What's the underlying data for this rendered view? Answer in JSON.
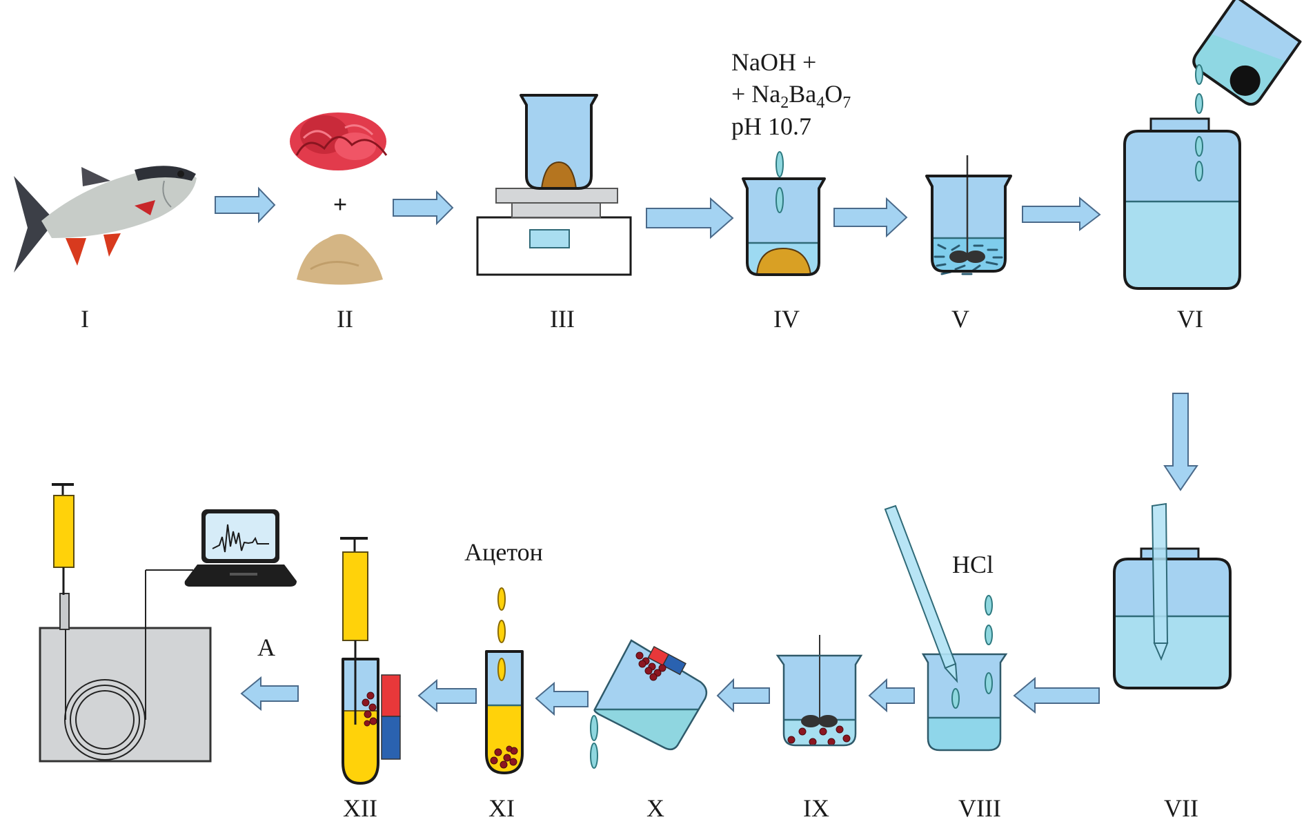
{
  "figure": {
    "type": "process-flow-diagram",
    "steps": [
      {
        "id": "I",
        "label": "I",
        "depicts": "fish"
      },
      {
        "id": "II",
        "label": "II",
        "depicts": "red seaweed + sand powder",
        "operator": "+"
      },
      {
        "id": "III",
        "label": "III",
        "depicts": "beaker with sample on hot plate"
      },
      {
        "id": "IV",
        "label": "IV",
        "depicts": "beaker with sample and added reagent",
        "reagent_lines": [
          "NaOH +",
          "+ Na",
          "2",
          "Ba",
          "4",
          "O",
          "7",
          "pH 10.7"
        ]
      },
      {
        "id": "V",
        "label": "V",
        "depicts": "beaker with stirrer"
      },
      {
        "id": "VI",
        "label": "VI",
        "depicts": "jar being filled from tilted beaker"
      },
      {
        "id": "VII",
        "label": "VII",
        "depicts": "jar with electrode"
      },
      {
        "id": "VIII",
        "label": "VIII",
        "depicts": "beaker with electrode",
        "reagent": "HCl"
      },
      {
        "id": "IX",
        "label": "IX",
        "depicts": "beaker with stirrer and magnetic particles"
      },
      {
        "id": "X",
        "label": "X",
        "depicts": "tilted beaker with magnet decanting"
      },
      {
        "id": "XI",
        "label": "XI",
        "depicts": "test tube with particles",
        "reagent": "Ацетон"
      },
      {
        "id": "XII",
        "label": "XII",
        "depicts": "test tube with syringe and magnet"
      },
      {
        "id": "A",
        "label": "A",
        "depicts": "chromatograph with syringe injection and laptop"
      }
    ],
    "reagents": {
      "iv_line1": "NaOH +",
      "iv_line2_prefix": "+ Na",
      "iv_sub1": "2",
      "iv_mid1": "Ba",
      "iv_sub2": "4",
      "iv_mid2": "O",
      "iv_sub3": "7",
      "iv_line3": "pH 10.7",
      "viii": "HCl",
      "xi": "Ацетон"
    },
    "operators": {
      "plus": "+"
    },
    "colors": {
      "arrow_fill": "#a4d3f2",
      "glass_air": "#a5d2f1",
      "liquid": "#a9def0",
      "sample_brown": "#b5751f",
      "sample_amber": "#d9a024",
      "yellow_solvent": "#ffd20a",
      "magnet_red": "#e8383a",
      "magnet_blue": "#2a62b0",
      "particle": "#8c1620",
      "instrument_grey": "#d2d4d6"
    }
  }
}
